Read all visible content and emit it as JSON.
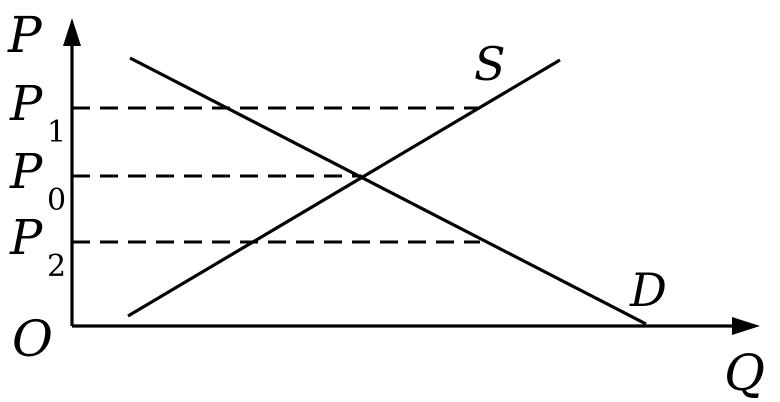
{
  "axes": {
    "y_label": "P",
    "x_label": "Q",
    "origin_label": "O"
  },
  "curves": {
    "supply_label": "S",
    "demand_label": "D"
  },
  "price_levels": [
    {
      "main": "P",
      "sub": "1"
    },
    {
      "main": "P",
      "sub": "0"
    },
    {
      "main": "P",
      "sub": "2"
    }
  ],
  "colors": {
    "line": "#000000",
    "background": "#ffffff"
  }
}
